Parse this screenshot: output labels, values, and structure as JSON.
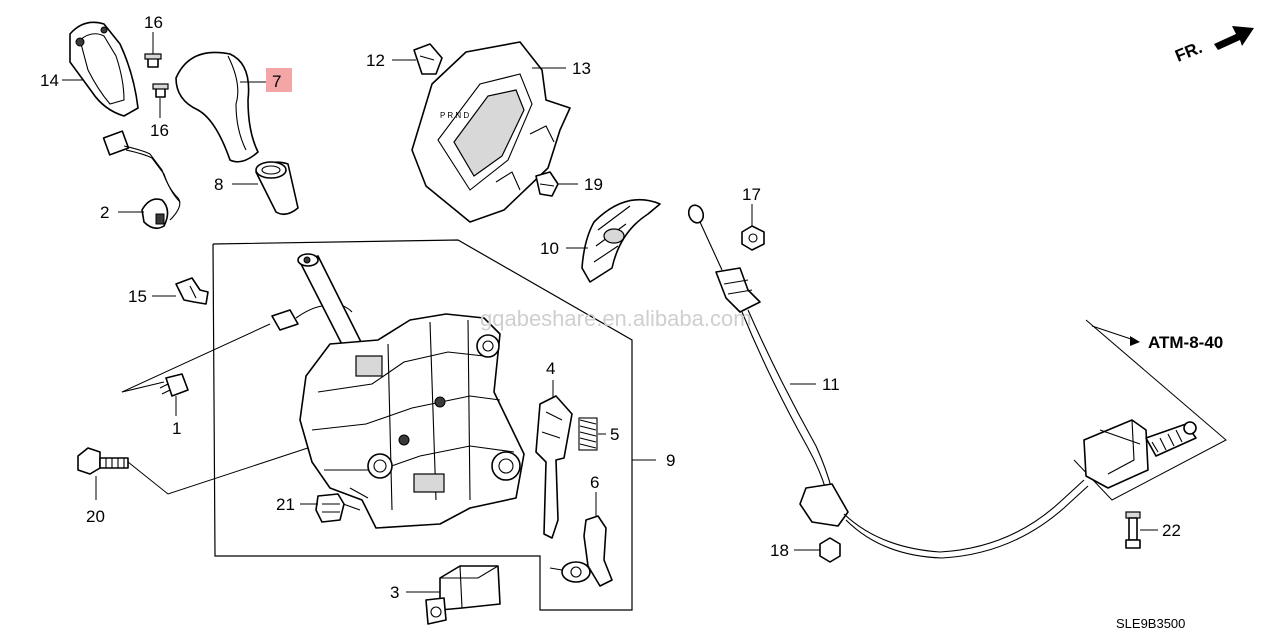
{
  "diagram": {
    "direction_label": "FR.",
    "reference_label": "ATM-8-40",
    "watermark": "gqabeshare.en.alibaba.com",
    "diagram_code": "SLE9B3500",
    "highlight_color": "#f4a6a6",
    "callouts": {
      "c1": "1",
      "c2": "2",
      "c3": "3",
      "c4": "4",
      "c5": "5",
      "c6": "6",
      "c7": "7",
      "c8": "8",
      "c9": "9",
      "c10": "10",
      "c11": "11",
      "c12": "12",
      "c13": "13",
      "c14": "14",
      "c15": "15",
      "c16a": "16",
      "c16b": "16",
      "c17": "17",
      "c18": "18",
      "c19": "19",
      "c20": "20",
      "c21": "21",
      "c22": "22"
    }
  }
}
